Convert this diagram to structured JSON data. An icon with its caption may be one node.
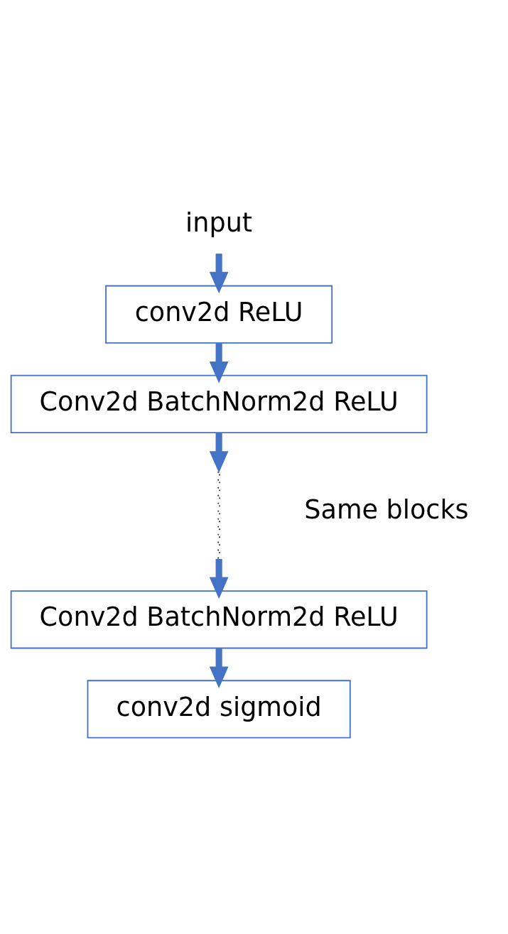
{
  "diagram": {
    "nodes": [
      {
        "text": [
          "input"
        ]
      },
      {
        "text": [
          "conv2d ReLU"
        ]
      },
      {
        "text": [
          "Conv2d BatchNorm2d ReLU"
        ]
      },
      {
        "text": [],
        "shape": "line"
      },
      {
        "text": [
          "Conv2d BatchNorm2d ReLU"
        ]
      },
      {
        "text": [
          "conv2d sigmoid"
        ]
      }
    ],
    "edges": [
      {
        "from": 0,
        "to": 1,
        "arrow": "to"
      },
      {
        "from": 1,
        "to": 2,
        "arrow": "to"
      },
      {
        "from": 2,
        "to": 3,
        "arrow": "to"
      },
      {
        "from": 3,
        "to": 4,
        "arrow": "to"
      },
      {
        "from": 4,
        "to": 5,
        "arrow": "to"
      }
    ],
    "labels": [
      "Same blocks"
    ]
  }
}
